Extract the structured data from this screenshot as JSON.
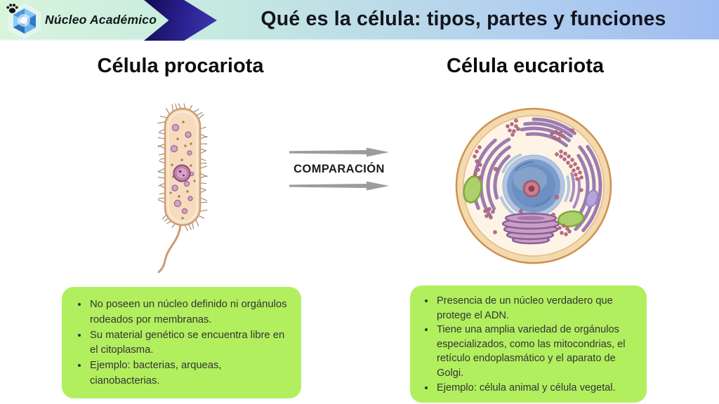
{
  "header": {
    "brand": "Núcleo Académico",
    "title": "Qué es la célula: tipos, partes y funciones",
    "logo_icon": "hexagon-gem-icon",
    "paw_icon": "paw-print-icon",
    "chevron_icon": "chevron-right-arrow",
    "gradient_left": "#d8f4db",
    "gradient_right": "#9fbcf1",
    "chevron_color": "#2a2290"
  },
  "comparison": {
    "label": "COMPARACIÓN",
    "arrow_icon": "right-arrow-icon",
    "arrow_color": "#9c9c9c"
  },
  "left_column": {
    "heading": "Célula procariota",
    "illustration": "prokaryote-cell-illustration",
    "box_color": "#b1ef5f",
    "bullets": [
      "No poseen un núcleo definido ni orgánulos rodeados por membranas.",
      "Su material genético se encuentra libre en el citoplasma.",
      "Ejemplo: bacterias, arqueas, cianobacterias."
    ]
  },
  "right_column": {
    "heading": "Célula eucariota",
    "illustration": "eukaryote-cell-illustration",
    "box_color": "#b1ef5f",
    "bullets": [
      "Presencia de un núcleo verdadero que protege el ADN.",
      "Tiene una amplia variedad de orgánulos especializados, como las mitocondrias, el retículo endoplasmático y el aparato de Golgi.",
      "Ejemplo: célula animal y célula vegetal."
    ]
  }
}
